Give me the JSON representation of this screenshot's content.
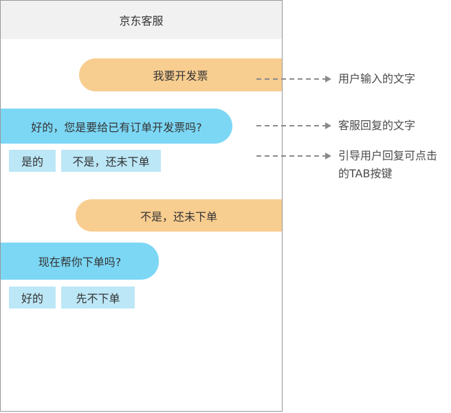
{
  "window": {
    "header_title": "京东客服"
  },
  "chat": {
    "messages": [
      {
        "type": "user",
        "text": "我要开发票"
      },
      {
        "type": "agent",
        "text": "好的，您是要给已有订单开发票吗?"
      },
      {
        "type": "quick_replies",
        "options": [
          "是的",
          "不是，还未下单"
        ]
      },
      {
        "type": "user",
        "text": "不是，还未下单"
      },
      {
        "type": "agent",
        "text": "现在帮你下单吗?"
      },
      {
        "type": "quick_replies",
        "options": [
          "好的",
          "先不下单"
        ]
      }
    ]
  },
  "annotations": {
    "user_input_label": "用户输入的文字",
    "agent_reply_label": "客服回复的文字",
    "tab_label_line1": "引导用户回复可点击",
    "tab_label_line2": "的TAB按键"
  },
  "colors": {
    "user_bubble": "#F8CD90",
    "agent_bubble": "#7CD7F5",
    "tab_button": "#BCE7F7",
    "header_bg": "#F1F1F1",
    "panel_border": "#979797",
    "arrow": "#8A8A8A",
    "bubble_text": "#333333",
    "annotation_text": "#4A4A4A"
  }
}
